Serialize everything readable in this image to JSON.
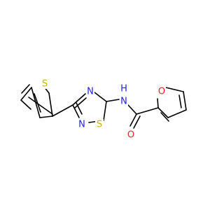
{
  "molecule": {
    "atoms": [
      {
        "id": "S_thiophene",
        "label": "S",
        "color": "#c8b400"
      },
      {
        "id": "N_thiadiazole_4",
        "label": "N",
        "color": "#1f1fff"
      },
      {
        "id": "N_thiadiazole_2",
        "label": "N",
        "color": "#1f1fff"
      },
      {
        "id": "S_thiadiazole",
        "label": "S",
        "color": "#c8b400"
      },
      {
        "id": "NH_amide_N",
        "label": "N",
        "color": "#1f1fff"
      },
      {
        "id": "NH_amide_H",
        "label": "H",
        "color": "#1f1fff"
      },
      {
        "id": "O_carbonyl",
        "label": "O",
        "color": "#ff1f1f"
      },
      {
        "id": "O_furan",
        "label": "O",
        "color": "#ff1f1f"
      }
    ],
    "bond_color": "#000000"
  }
}
